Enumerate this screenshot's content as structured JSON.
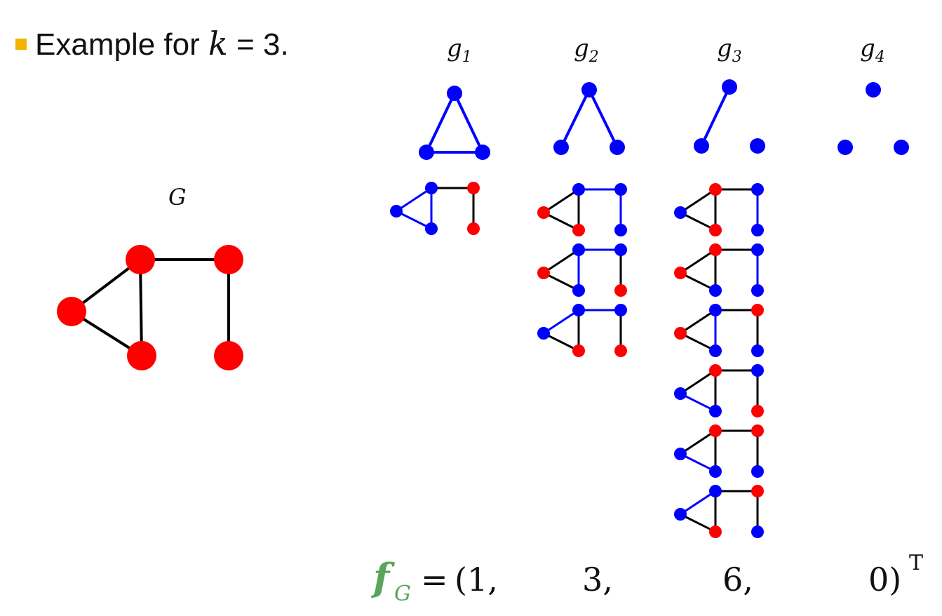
{
  "heading": {
    "text_before": "Example for ",
    "k_symbol": "k",
    "text_after": " = 3."
  },
  "graphlet_labels": [
    {
      "base": "g",
      "sub": "1"
    },
    {
      "base": "g",
      "sub": "2"
    },
    {
      "base": "g",
      "sub": "3"
    },
    {
      "base": "g",
      "sub": "4"
    }
  ],
  "graph_label": "G",
  "vector": {
    "name": "f",
    "sub": "G",
    "equals": "=",
    "entries": [
      "(1,",
      "3,",
      "6,",
      "0)"
    ],
    "sup": "T"
  },
  "colors": {
    "bullet": "#f2b400",
    "node_red": "#ff0000",
    "node_blue": "#0000ff",
    "edge_black": "#000000",
    "edge_blue": "#0000ff",
    "vector_green": "#5aa55a"
  },
  "graphlet_counts": [
    1,
    3,
    6,
    0
  ]
}
